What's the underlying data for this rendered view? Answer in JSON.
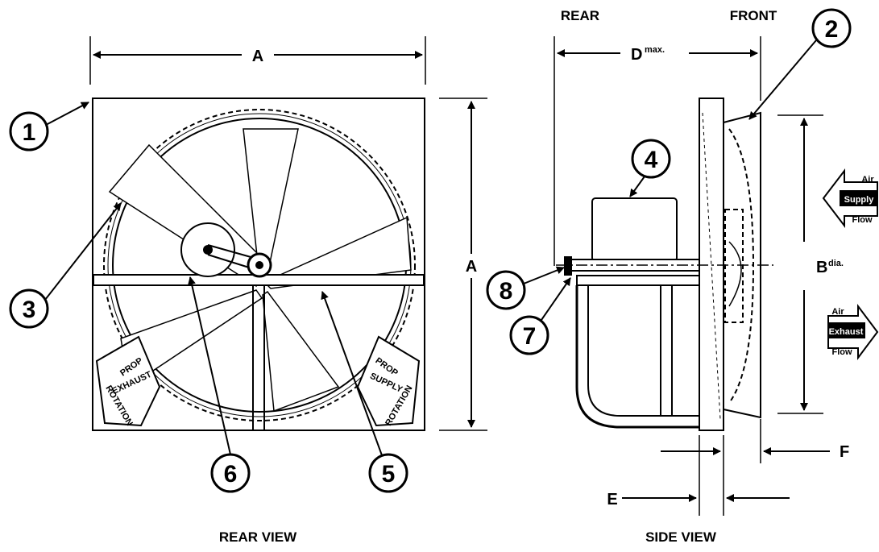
{
  "rear_view": {
    "caption": "REAR VIEW",
    "dim_width": "A",
    "dim_height": "A",
    "arrow_left": {
      "line1": "PROP",
      "line2": "EXHAUST",
      "line3": "ROTATION"
    },
    "arrow_right": {
      "line1": "PROP",
      "line2": "SUPPLY",
      "line3": "ROTATION"
    }
  },
  "side_view": {
    "caption": "SIDE VIEW",
    "label_rear": "REAR",
    "label_front": "FRONT",
    "dim_depth": "D",
    "dim_depth_sup": "max.",
    "dim_diameter": "B",
    "dim_diameter_sup": "dia.",
    "dim_e": "E",
    "dim_f": "F",
    "air_supply": {
      "line1": "Air",
      "line2": "Supply",
      "line3": "Flow"
    },
    "air_exhaust": {
      "line1": "Air",
      "line2": "Exhaust",
      "line3": "Flow"
    }
  },
  "callouts": [
    "1",
    "2",
    "3",
    "4",
    "5",
    "6",
    "7",
    "8"
  ]
}
